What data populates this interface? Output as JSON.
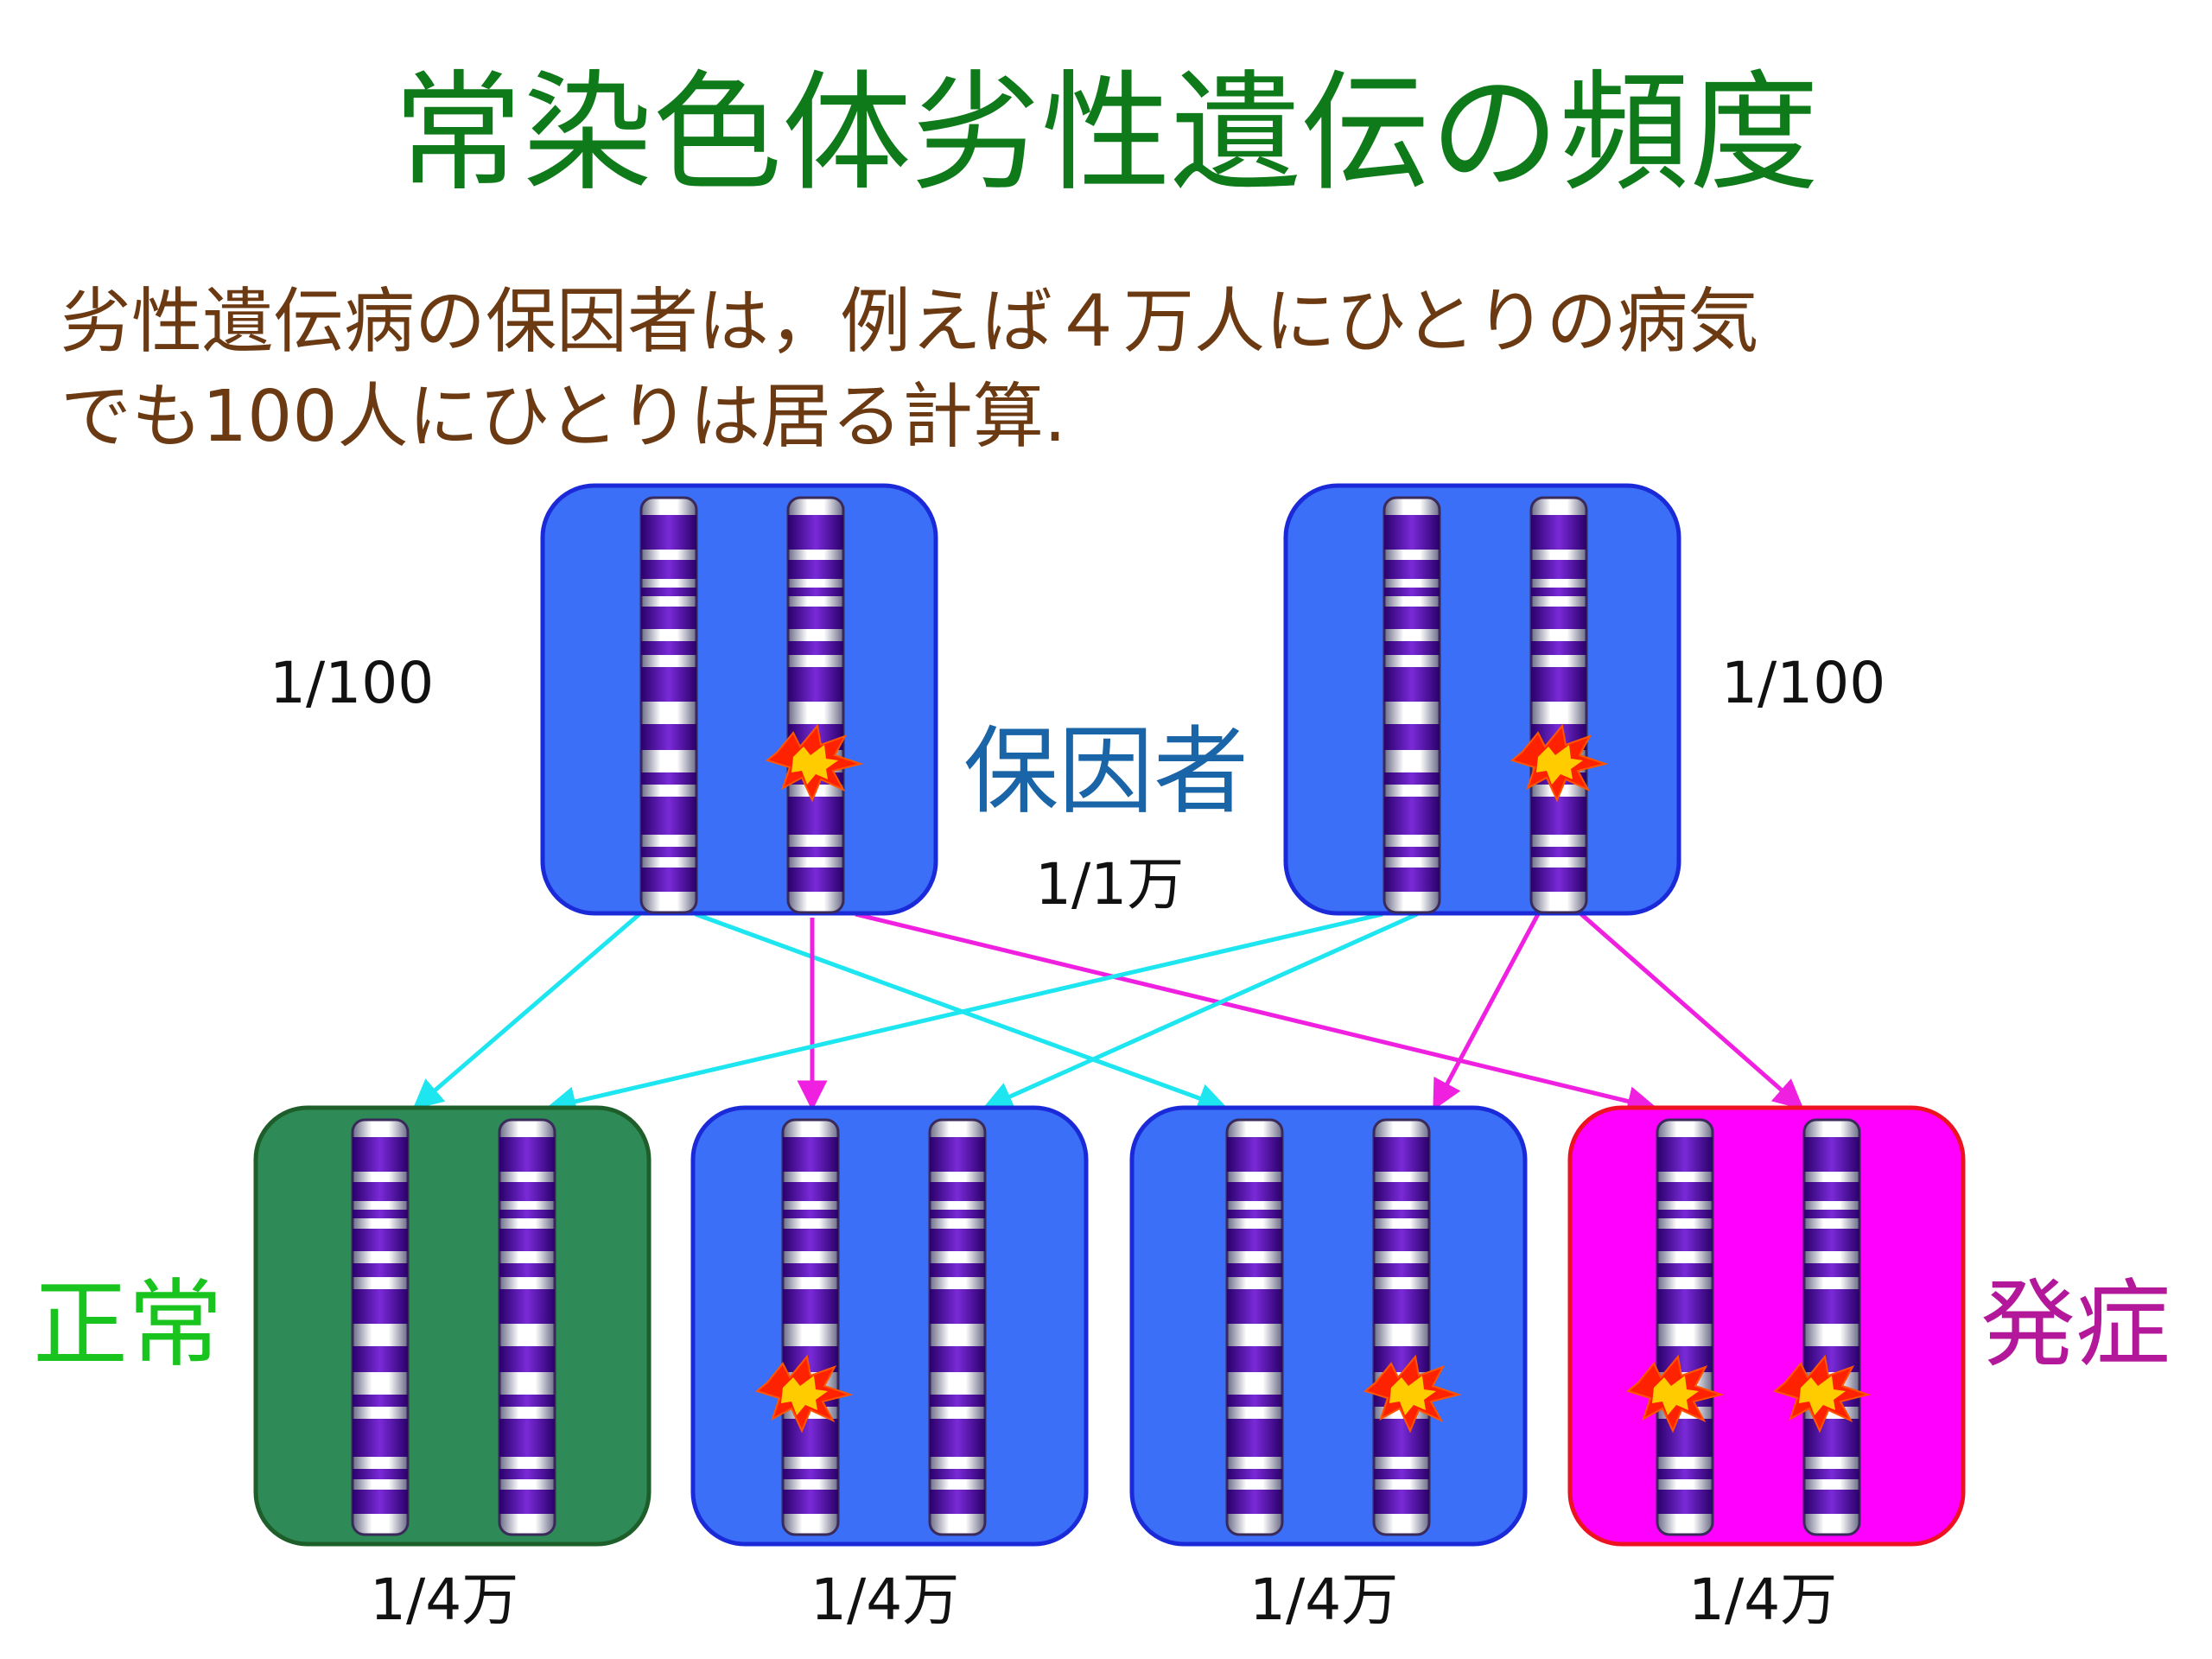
{
  "title": "常染色体劣性遺伝の頻度",
  "subtitle": {
    "line1": "劣性遺伝病の保因者は，例えば４万人にひとりの病気",
    "line2": "でも100人にひとりは居る計算."
  },
  "parents": {
    "label": "保因者",
    "left_frequency": "1/100",
    "right_frequency": "1/100",
    "couple_frequency": "1/1万"
  },
  "offspring": {
    "normal_label": "正常",
    "affected_label": "発症",
    "frequencies": [
      "1/4万",
      "1/4万",
      "1/4万",
      "1/4万"
    ]
  },
  "colors": {
    "carrier_box": "#3c6ff7",
    "normal_box": "#2e8b57",
    "affected_box": "#ff00ff",
    "normal_allele_arrow": "#1ee6f0",
    "mutant_allele_arrow": "#f020e0"
  }
}
